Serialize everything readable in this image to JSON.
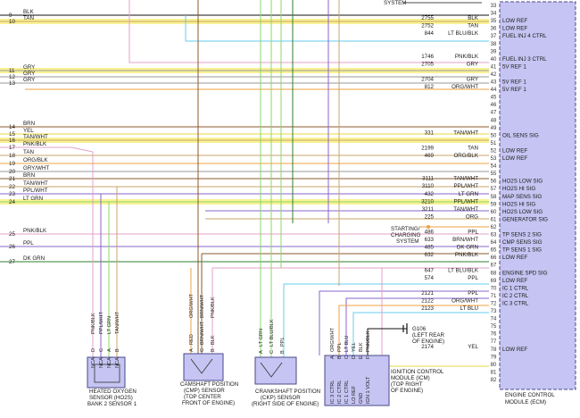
{
  "colors": {
    "ecm_fill": "#c6c4f2",
    "ecm_border": "#4a4a8a",
    "connector_fill": "#c6c4f2",
    "yellow": "#f0e030",
    "tan": "#c9a66b",
    "pink": "#e3a0c8",
    "purple": "#8a66cc",
    "green": "#5ab85a",
    "lt_green": "#88d86a",
    "orange": "#f0a040",
    "lt_blue": "#66ccee",
    "gray": "#9a9a9a",
    "brown": "#8b5a2b",
    "dk_green": "#2f7f2f",
    "black": "#111111"
  },
  "top_label": "SYSTEM",
  "left_rows": [
    {
      "num": "9",
      "label": "BLK"
    },
    {
      "num": "10",
      "label": "TAN"
    },
    {
      "num": "11",
      "label": "GRY"
    },
    {
      "num": "12",
      "label": "GRY"
    },
    {
      "num": "13",
      "label": "GRY"
    },
    {
      "num": "14",
      "label": "BRN"
    },
    {
      "num": "15",
      "label": "YEL"
    },
    {
      "num": "16",
      "label": "TAN/WHT"
    },
    {
      "num": "17",
      "label": "PNK/BLK"
    },
    {
      "num": "18",
      "label": "TAN"
    },
    {
      "num": "19",
      "label": "ORG/BLK"
    },
    {
      "num": "20",
      "label": "GRY/WHT"
    },
    {
      "num": "21",
      "label": "BRN"
    },
    {
      "num": "22",
      "label": "TAN/WHT"
    },
    {
      "num": "23",
      "label": "PPL/WHT"
    },
    {
      "num": "24",
      "label": "LT GRN"
    },
    {
      "num": "25",
      "label": "PNK/BLK"
    },
    {
      "num": "26",
      "label": "PPL"
    },
    {
      "num": "27",
      "label": "DK GRN"
    }
  ],
  "circuit_rows": [
    {
      "circuit": "2755",
      "color": "BLK",
      "pin": "35"
    },
    {
      "circuit": "2752",
      "color": "TAN",
      "pin": "36"
    },
    {
      "circuit": "844",
      "color": "LT BLU/BLK",
      "pin": "37"
    },
    {
      "circuit": "1746",
      "color": "PNK/BLK",
      "pin": "40"
    },
    {
      "circuit": "2705",
      "color": "GRY",
      "pin": "41"
    },
    {
      "circuit": "2704",
      "color": "GRY",
      "pin": "43"
    },
    {
      "circuit": "812",
      "color": "ORG/WHT",
      "pin": "44"
    },
    {
      "circuit": "331",
      "color": "TAN/WHT",
      "pin": "50"
    },
    {
      "circuit": "2199",
      "color": "TAN",
      "pin": "52"
    },
    {
      "circuit": "469",
      "color": "ORG/BLK",
      "pin": "53"
    },
    {
      "circuit": "3111",
      "color": "TAN/WHT",
      "pin": "56"
    },
    {
      "circuit": "3110",
      "color": "PPL/WHT",
      "pin": "57"
    },
    {
      "circuit": "432",
      "color": "LT GRN",
      "pin": "58"
    },
    {
      "circuit": "3210",
      "color": "PPL/WHT",
      "pin": "59"
    },
    {
      "circuit": "3211",
      "color": "TAN/WHT",
      "pin": "60"
    },
    {
      "circuit": "225",
      "color": "ORG",
      "pin": "61"
    },
    {
      "circuit": "486",
      "color": "PPL",
      "pin": "63"
    },
    {
      "circuit": "633",
      "color": "BRN/WHT",
      "pin": "64"
    },
    {
      "circuit": "485",
      "color": "DK GRN",
      "pin": "65"
    },
    {
      "circuit": "632",
      "color": "PNK/BLK",
      "pin": "66"
    },
    {
      "circuit": "647",
      "color": "LT BLU/BLK",
      "pin": "68"
    },
    {
      "circuit": "574",
      "color": "PPL",
      "pin": "69"
    },
    {
      "circuit": "2121",
      "color": "PPL",
      "pin": "71"
    },
    {
      "circuit": "2122",
      "color": "ORG/WHT",
      "pin": "72"
    },
    {
      "circuit": "2123",
      "color": "LT BLU",
      "pin": "73"
    },
    {
      "circuit": "2174",
      "color": "YEL",
      "pin": "78"
    }
  ],
  "ecm_pins": [
    "33",
    "34",
    "35",
    "36",
    "37",
    "38",
    "39",
    "40",
    "41",
    "42",
    "43",
    "44",
    "45",
    "46",
    "47",
    "48",
    "49",
    "50",
    "51",
    "52",
    "53",
    "54",
    "55",
    "56",
    "57",
    "58",
    "59",
    "60",
    "61",
    "62",
    "63",
    "64",
    "65",
    "66",
    "67",
    "68",
    "69",
    "70",
    "71",
    "72",
    "73",
    "74",
    "75",
    "76",
    "77",
    "78",
    "79",
    "80",
    "81",
    "82"
  ],
  "ecm_labels": [
    {
      "pin": "35",
      "text": "LOW REF"
    },
    {
      "pin": "36",
      "text": "LOW REF"
    },
    {
      "pin": "37",
      "text": "FUEL INJ 4 CTRL"
    },
    {
      "pin": "40",
      "text": "FUEL INJ 3 CTRL"
    },
    {
      "pin": "41",
      "text": "5V REF 1"
    },
    {
      "pin": "43",
      "text": "5V REF 1"
    },
    {
      "pin": "44",
      "text": "5V REF 1"
    },
    {
      "pin": "50",
      "text": "OIL SENS SIG"
    },
    {
      "pin": "52",
      "text": "LOW REF"
    },
    {
      "pin": "53",
      "text": "LOW REF"
    },
    {
      "pin": "56",
      "text": "HO2S LOW SIG"
    },
    {
      "pin": "57",
      "text": "HO2S HI SIG"
    },
    {
      "pin": "58",
      "text": "MAP SENS SIG"
    },
    {
      "pin": "59",
      "text": "HO2S HI SIG"
    },
    {
      "pin": "60",
      "text": "HO2S LOW SIG"
    },
    {
      "pin": "61",
      "text": "GENERATOR SIG"
    },
    {
      "pin": "63",
      "text": "TP SENS 2 SIG"
    },
    {
      "pin": "64",
      "text": "CMP SENS SIG"
    },
    {
      "pin": "65",
      "text": "TP SENS 1 SIG"
    },
    {
      "pin": "66",
      "text": "LOW REF"
    },
    {
      "pin": "68",
      "text": "ENGINE SPD SIG"
    },
    {
      "pin": "69",
      "text": "LOW REF"
    },
    {
      "pin": "70",
      "text": "IC 1 CTRL"
    },
    {
      "pin": "71",
      "text": "IC 2 CTRL"
    },
    {
      "pin": "72",
      "text": "IC 3 CTRL"
    },
    {
      "pin": "78",
      "text": "LOW REF"
    }
  ],
  "ecm_caption": [
    "ENGINE CONTROL",
    "MODULE (ECM)"
  ],
  "charging_label": [
    "STARTING/",
    "CHARGING",
    "SYSTEM"
  ],
  "ground_label": [
    "G106",
    "(LEFT REAR",
    "OF ENGINE)"
  ],
  "ho2s": {
    "wires": [
      "PNK/BLK",
      "PPL/WHT",
      "LT GRN",
      "TAN/WHT"
    ],
    "pins": [
      "D",
      "C",
      "A",
      "B"
    ],
    "nca": [
      "NCA",
      "NCA",
      "NCA",
      "NCA"
    ],
    "caption": [
      "HEATED OXYGEN",
      "SENSOR (HO2S)",
      "BANK 2 SENSOR 1"
    ]
  },
  "cmp": {
    "wires": [
      "ORG/WHT",
      "BRN/WHT",
      "PNK/BLK"
    ],
    "pins": [
      "A",
      "C",
      "B"
    ],
    "pin_colors": [
      "RED",
      "BRN/WHT",
      "BLK"
    ],
    "caption": [
      "CAMSHAFT POSITION",
      "(CMP) SENSOR",
      "(TOP CENTER",
      "FRONT OF ENGINE)"
    ]
  },
  "ckp": {
    "wires": [
      "LT GRN",
      "LT BLU/BLK",
      "PPL"
    ],
    "pins": [
      "A",
      "C",
      "B"
    ],
    "pin_colors": [
      "LT GRN",
      "LT BLU/BLK",
      "PPL"
    ],
    "caption": [
      "CRANKSHAFT POSITION",
      "(CKP) SENSOR",
      "(RIGHT SIDE OF ENGINE)"
    ]
  },
  "icm": {
    "pins": [
      "A",
      "B",
      "C",
      "D",
      "E",
      "F"
    ],
    "wire_colors": [
      "ORG/WHT",
      "PPL",
      "LT BLU",
      "YEL",
      "BLK",
      "PNK/BLK"
    ],
    "terminals": [
      "IC 3 CTRL",
      "IC 2 CTRL",
      "IC 1 CTRL",
      "LO REF",
      "GND",
      "IGN 1 VOLT"
    ],
    "caption": [
      "IGNITION CONTROL",
      "MODULE (ICM)",
      "(TOP RIGHT",
      "OF ENGINE)"
    ]
  }
}
